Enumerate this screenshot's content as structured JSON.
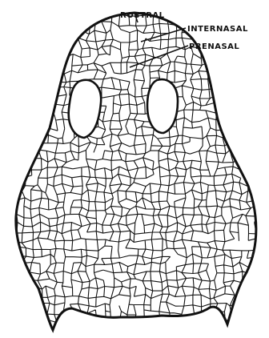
{
  "figure": {
    "labels": {
      "rostral": "ROSTRAL",
      "internasal": "INTERNASAL",
      "prenasal": "PRENASAL"
    },
    "colors": {
      "ink": "#111111",
      "paper": "#ffffff"
    }
  }
}
